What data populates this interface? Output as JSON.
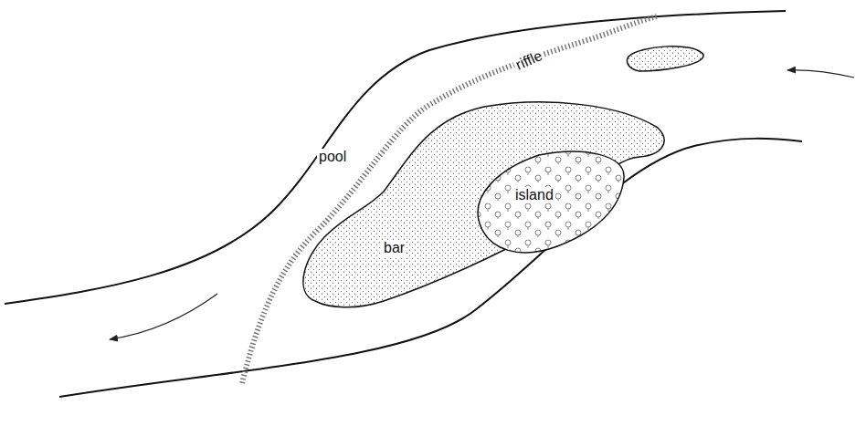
{
  "diagram": {
    "nodes": [
      {
        "text": [
          "bar"
        ]
      },
      {
        "text": [
          "island"
        ],
        "in": 0
      }
    ],
    "labels": [
      "pool",
      "riffle"
    ]
  }
}
